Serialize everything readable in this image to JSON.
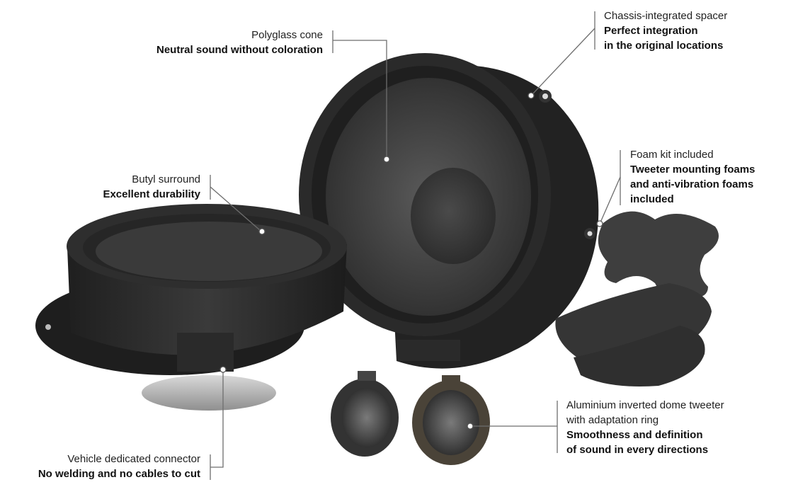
{
  "callouts": {
    "polyglass": {
      "label": "Polyglass cone",
      "desc": [
        "Neutral sound without coloration"
      ]
    },
    "chassis": {
      "label": "Chassis-integrated spacer",
      "desc": [
        "Perfect integration",
        "in the original locations"
      ]
    },
    "butyl": {
      "label": "Butyl surround",
      "desc": [
        "Excellent durability"
      ]
    },
    "foam": {
      "label": "Foam kit included",
      "desc": [
        "Tweeter mounting foams",
        "and anti-vibration foams",
        "included"
      ]
    },
    "connector": {
      "label": "Vehicle dedicated connector",
      "desc": [
        "No welding and no cables to cut"
      ]
    },
    "tweeter": {
      "label": [
        "Aluminium inverted dome tweeter",
        "with adaptation ring"
      ],
      "desc": [
        "Smoothness and definition",
        "of sound in every directions"
      ]
    }
  },
  "colors": {
    "speaker_dark": "#2b2b2b",
    "speaker_mid": "#3a3a3a",
    "cone": "#4a4a4a",
    "foam": "#3c3c3c",
    "line": "#6e6e6e"
  }
}
